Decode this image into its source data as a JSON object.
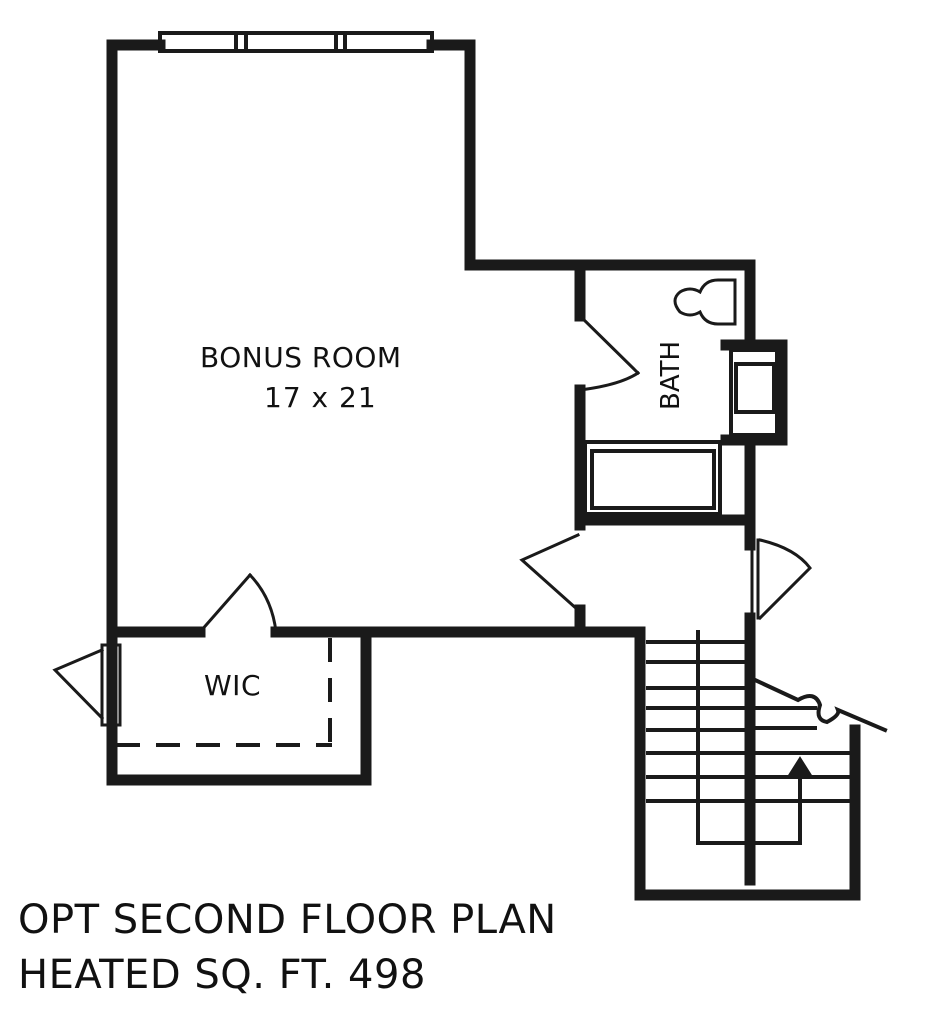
{
  "plan": {
    "title": "OPT SECOND FLOOR PLAN",
    "area_line": "HEATED SQ. FT. 498",
    "heated_sq_ft": 498,
    "line_color": "#1a1a1a",
    "background": "#ffffff"
  },
  "rooms": {
    "bonus": {
      "name": "BONUS ROOM",
      "dims": "17 x 21"
    },
    "bath": {
      "name": "BATH"
    },
    "wic": {
      "name": "WIC"
    }
  },
  "symbols": {
    "stair_direction": "up-arrow"
  }
}
